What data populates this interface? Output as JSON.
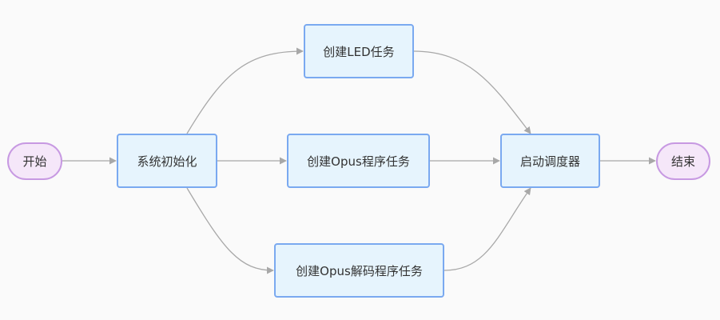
{
  "nodes": {
    "start": "开始",
    "init": "系统初始化",
    "led_task": "创建LED任务",
    "opus_task": "创建Opus程序任务",
    "opus_decode_task": "创建Opus解码程序任务",
    "scheduler": "启动调度器",
    "end": "结束"
  },
  "colors": {
    "process_fill": "#e6f4fd",
    "process_border": "#7aa9f0",
    "terminal_fill": "#f5e7f9",
    "terminal_border": "#c799e2",
    "edge": "#a8a8a8",
    "background": "#fafafa"
  }
}
